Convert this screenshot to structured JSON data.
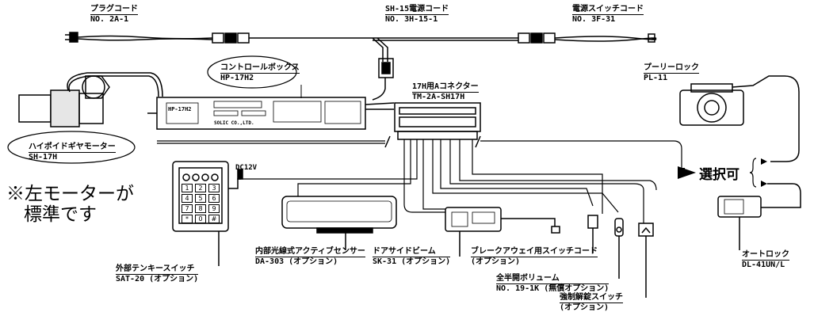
{
  "labels": {
    "plug_cord": {
      "title": "プラグコード",
      "model": "NO. 2A-1"
    },
    "power_cord": {
      "title": "SH-15電源コード",
      "model": "NO. 3H-15-1"
    },
    "switch_cord": {
      "title": "電源スイッチコード",
      "model": "NO. 3F-31"
    },
    "control_box": {
      "title": "コントロールボックス",
      "model": "HP-17H2"
    },
    "connector": {
      "title": "17H用Aコネクター",
      "model": "TM-2A-SH17H"
    },
    "pulley_lock": {
      "title": "プーリーロック",
      "model": "PL-11"
    },
    "motor": {
      "title": "ハイポイドギヤモーター",
      "model": "SH-17H"
    },
    "dc12v": "DC12V",
    "selectable": "選択可",
    "auto_lock": {
      "title": "オートロック",
      "model": "DL-41UN/L"
    },
    "sensor": {
      "title": "内部光線式アクティブセンサー",
      "model": "DA-303 (オプション)"
    },
    "door_beam": {
      "title": "ドアサイドビーム",
      "model": "SK-31 (オプション)"
    },
    "breakaway": {
      "title": "ブレークアウェイ用スイッチコード",
      "model": "(オプション)"
    },
    "keypad": {
      "title": "外部テンキースイッチ",
      "model": "SAT-20 (オプション)"
    },
    "volume": {
      "title": "全半開ボリューム",
      "model": "NO. 19-1K (無償オプション)"
    },
    "force_release": {
      "title": "強制解錠スイッチ",
      "model": "(オプション)"
    },
    "box_text": {
      "name": "HP-17H2",
      "maker": "SOLIC CO.,LTD."
    },
    "note_line1": "※左モーターが",
    "note_line2": "標準です",
    "keypad_keys": [
      "1",
      "2",
      "3",
      "4",
      "5",
      "6",
      "7",
      "8",
      "9",
      "*",
      "0",
      "#"
    ]
  }
}
